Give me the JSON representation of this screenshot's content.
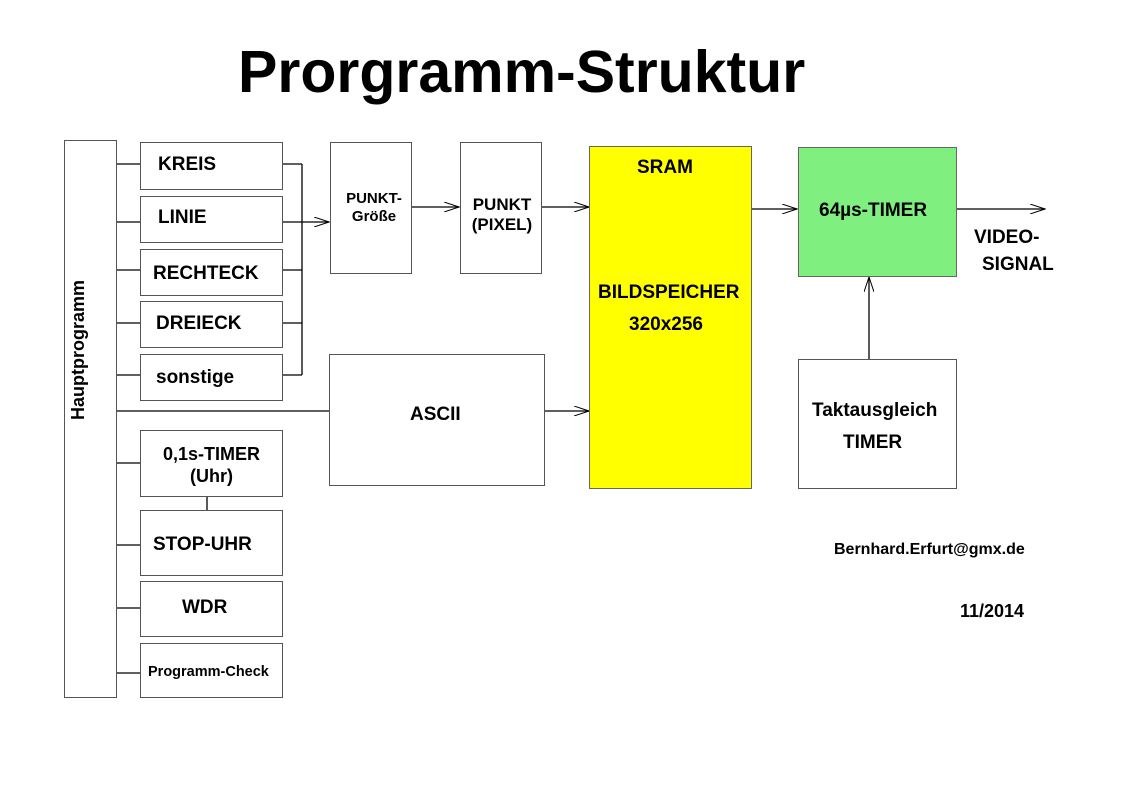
{
  "title": "Prorgramm-Struktur",
  "main_program": "Hauptprogramm",
  "shapes": {
    "kreis": "KREIS",
    "linie": "LINIE",
    "rechteck": "RECHTECK",
    "dreieck": "DREIECK",
    "sonstige": "sonstige"
  },
  "timers_column": {
    "timer_line1": "0,1s-TIMER",
    "timer_line2": "(Uhr)",
    "stop_uhr": "STOP-UHR",
    "wdr": "WDR",
    "check": "Programm-Check"
  },
  "punkt_groesse": {
    "line1": "PUNKT-",
    "line2": "Größe"
  },
  "punkt_pixel": {
    "line1": "PUNKT",
    "line2": "(PIXEL)"
  },
  "ascii": "ASCII",
  "sram": {
    "top": "SRAM",
    "label": "BILDSPEICHER",
    "size": "320x256",
    "color": "#ffff00"
  },
  "timer64": {
    "label": "64µs-TIMER",
    "color": "#7ff07f"
  },
  "video_signal": {
    "line1": "VIDEO-",
    "line2": "SIGNAL"
  },
  "takt": {
    "line1": "Taktausgleich",
    "line2": "TIMER"
  },
  "email": "Bernhard.Erfurt@gmx.de",
  "date": "11/2014"
}
